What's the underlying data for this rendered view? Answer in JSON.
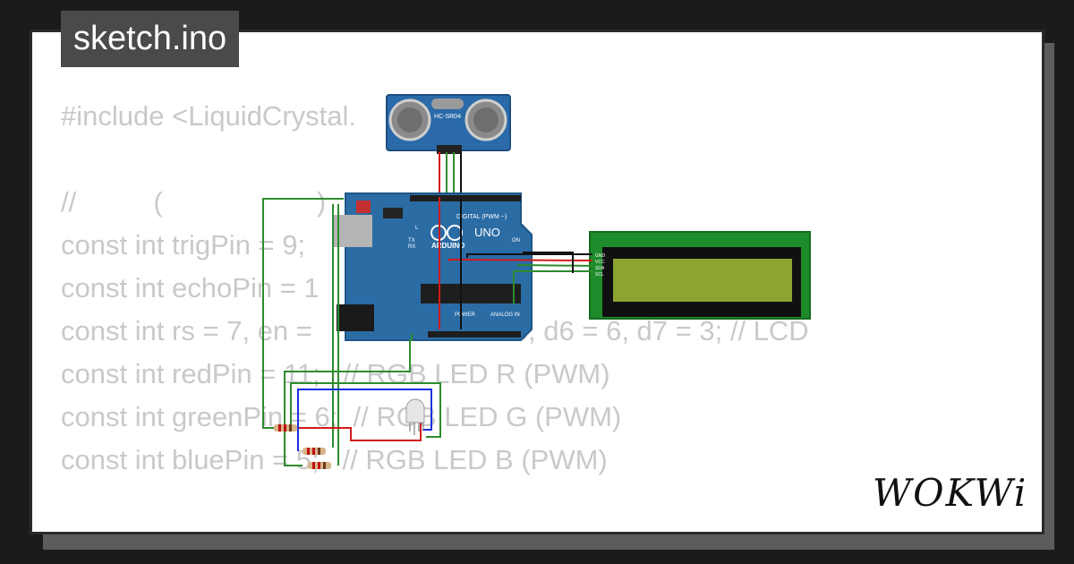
{
  "title": "sketch.ino",
  "logo": "WOKWi",
  "code_lines": [
    "#include <LiquidCrystal.",
    "",
    "//          (                    )",
    "const int trigPin = 9;",
    "const int echoPin = 1",
    "const int rs = 7, en =                          5, d6 = 6, d7 = 3; // LCD",
    "const int redPin = 11;   // RGB LED R (PWM)",
    "const int greenPin = 6;  // RGB LED G (PWM)",
    "const int bluePin = 5;   // RGB LED B (PWM)",
    "",
    "//"
  ],
  "sensor": {
    "label": "HC-SR04"
  },
  "board": {
    "name": "UNO",
    "brand": "ARDUINO",
    "digital_label": "DIGITAL (PWM ~)",
    "power_label": "POWER",
    "analog_label": "ANALOG IN",
    "tx_label": "TX",
    "rx_label": "RX",
    "on_label": "ON",
    "l_label": "L"
  },
  "lcd": {
    "pins": [
      "GND",
      "VCC",
      "SDA",
      "SCL"
    ]
  },
  "colors": {
    "board": "#2b6ca5",
    "sensor": "#2a6aa8",
    "lcd_frame": "#1e8c2a",
    "lcd_screen": "#8ca531",
    "wire_red": "#d11a1a",
    "wire_green": "#2e8b2e",
    "wire_black": "#111111",
    "wire_blue": "#1a2ee0"
  }
}
